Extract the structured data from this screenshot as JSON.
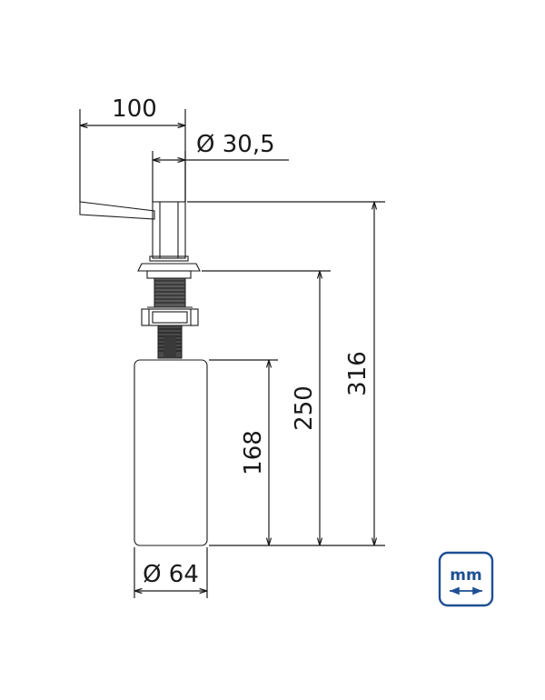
{
  "dimensions": {
    "spout_length": "100",
    "pump_diameter": "Ø 30,5",
    "total_height": "316",
    "mounted_height": "250",
    "bottle_height": "168",
    "bottle_diameter": "Ø 64"
  },
  "unit_badge": {
    "label": "mm",
    "color": "#1f4f93"
  }
}
